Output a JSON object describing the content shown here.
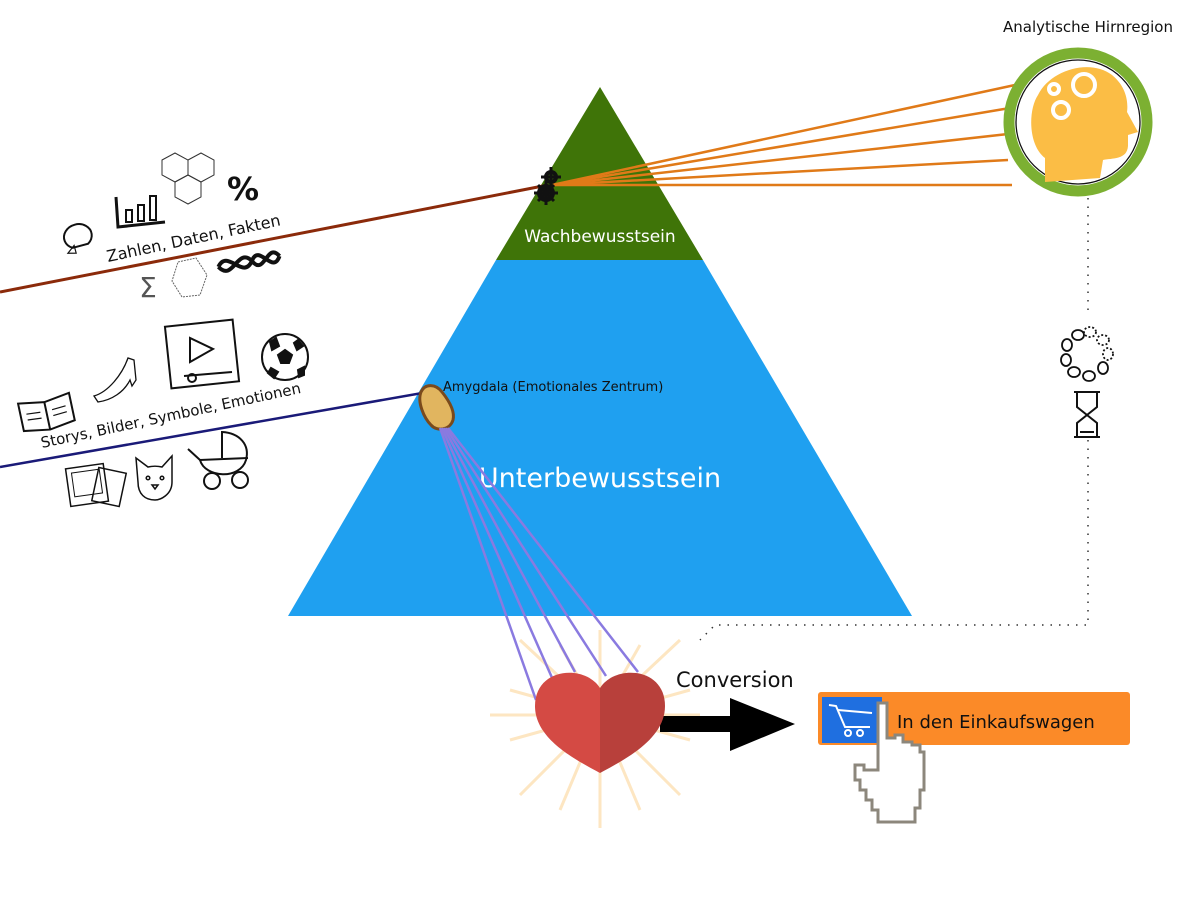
{
  "labels": {
    "analytic_region": "Analytische Hirnregion",
    "conscious": "Wachbewusstsein",
    "subconscious": "Unterbewusstsein",
    "amygdala": "Amygdala (Emotionales Zentrum)",
    "facts": "Zahlen, Daten, Fakten",
    "emotions": "Storys, Bilder, Symbole, Emotionen",
    "conversion": "Conversion",
    "percent_symbol": "%",
    "sigma_symbol": "Σ"
  },
  "cart_button": {
    "label": "In den Einkaufswagen"
  },
  "colors": {
    "conscious_green": "#3f7408",
    "subconscious_blue": "#1fa0f0",
    "fact_line": "#8b2a0a",
    "emotion_line": "#1a1a78",
    "analytic_rays": "#e07a18",
    "amygdala_rays": "#8a7ae0",
    "ring_green": "#7cb032",
    "head_yellow": "#fbbd45",
    "heart_left": "#d44a44",
    "heart_right": "#b8403b",
    "button_orange": "#fb8a28",
    "button_blue": "#1f6fe0"
  }
}
